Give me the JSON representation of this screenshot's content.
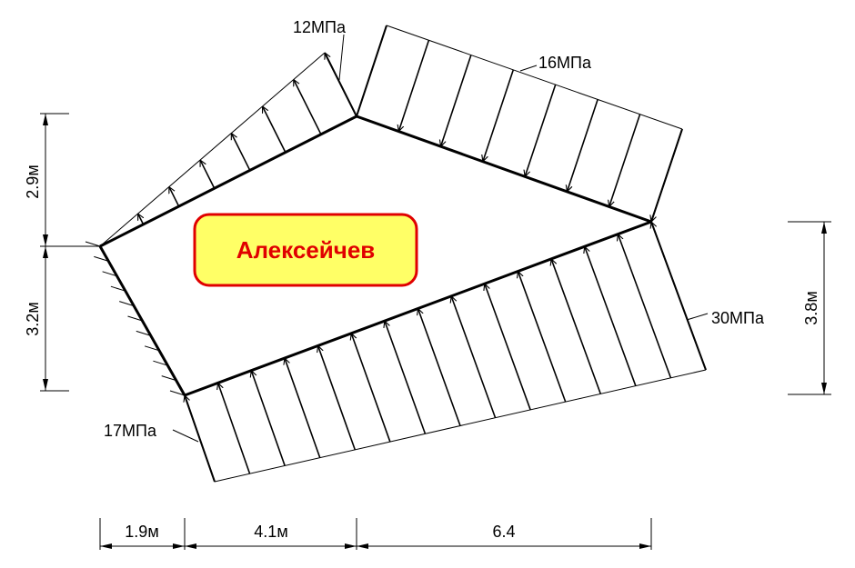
{
  "author_label": "Алексейчев",
  "loads": {
    "top_left": "12МПа",
    "top_right": "16МПа",
    "bottom_right": "30МПа",
    "bottom_left": "17МПа"
  },
  "dimensions": {
    "left_upper": "2.9м",
    "left_lower": "3.2м",
    "right": "3.8м",
    "bottom_1": "1.9м",
    "bottom_2": "4.1м",
    "bottom_3": "6.4"
  },
  "colors": {
    "box_fill": "#ffff66",
    "box_border": "#e00000",
    "box_text": "#e00000",
    "lines": "#000000"
  }
}
